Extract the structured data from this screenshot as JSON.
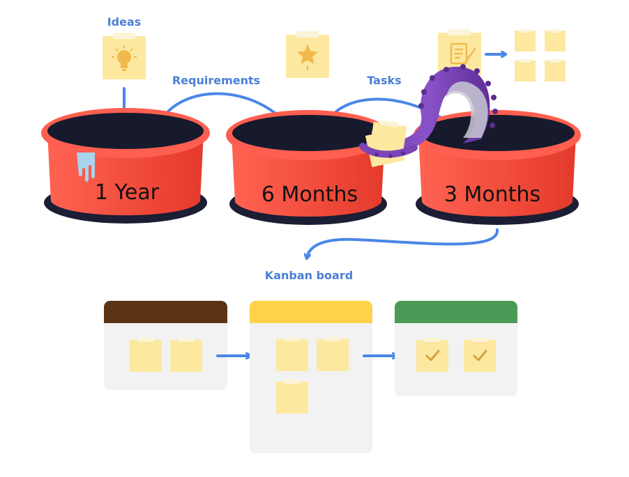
{
  "labels": {
    "ideas": "Ideas",
    "requirements": "Requirements",
    "tasks": "Tasks",
    "kanban": "Kanban board"
  },
  "pots": [
    {
      "label": "1 Year"
    },
    {
      "label": "6 Months"
    },
    {
      "label": "3 Months"
    }
  ],
  "kanban": {
    "columns": [
      {
        "color": "#5a3414",
        "notes": 2,
        "checked": false
      },
      {
        "color": "#ffd24a",
        "notes": 3,
        "checked": false
      },
      {
        "color": "#4a9a56",
        "notes": 2,
        "checked": true
      }
    ]
  },
  "colors": {
    "pot": "#f14b3c",
    "pot_rim": "#ff5f50",
    "pot_inside": "#161a2c",
    "arrow": "#4a86e8",
    "note": "#fde8a0",
    "tentacle": "#7b45b8",
    "drip": "#a9d4ef"
  },
  "icons": [
    "lightbulb-icon",
    "star-icon",
    "checklist-icon",
    "checkmark-icon"
  ]
}
